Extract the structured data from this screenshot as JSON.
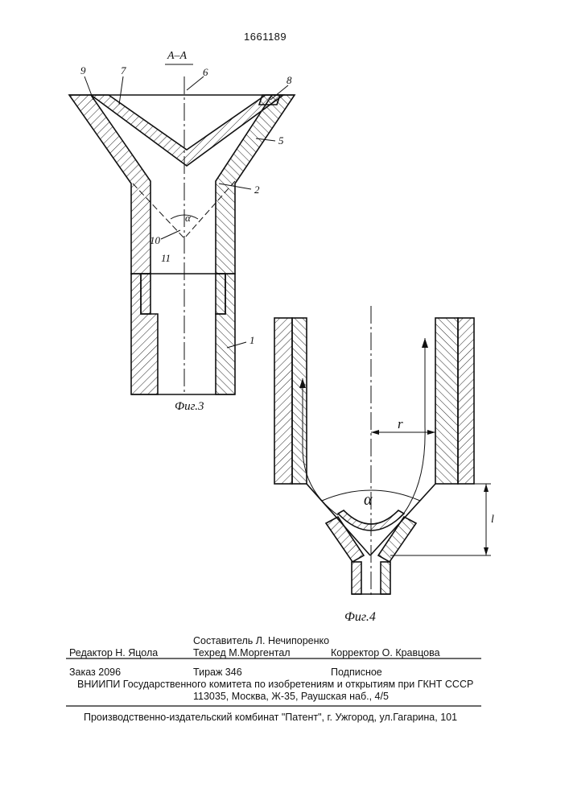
{
  "patent_number": "1661189",
  "fig3": {
    "section_label": "А–А",
    "caption": "Фиг.3",
    "callouts": [
      "9",
      "7",
      "6",
      "8",
      "5",
      "2",
      "α",
      "10",
      "11",
      "1"
    ]
  },
  "fig4": {
    "caption": "Фиг.4",
    "radius_label": "r",
    "angle_label": "α",
    "height_label": "l"
  },
  "colophon": {
    "composer": "Составитель  Л. Нечипоренко",
    "editor": "Редактор  Н. Яцола",
    "techred": "Техред М.Моргентал",
    "corrector": "Корректор  О. Кравцова",
    "order": "Заказ  2096",
    "circulation": "Тираж  346",
    "subscription": "Подписное",
    "vniipi": "ВНИИПИ Государственного комитета по изобретениям и открытиям при ГКНТ СССР",
    "address": "113035, Москва, Ж-35, Раушская наб., 4/5",
    "publisher": "Производственно-издательский комбинат \"Патент\", г. Ужгород, ул.Гагарина, 101"
  }
}
